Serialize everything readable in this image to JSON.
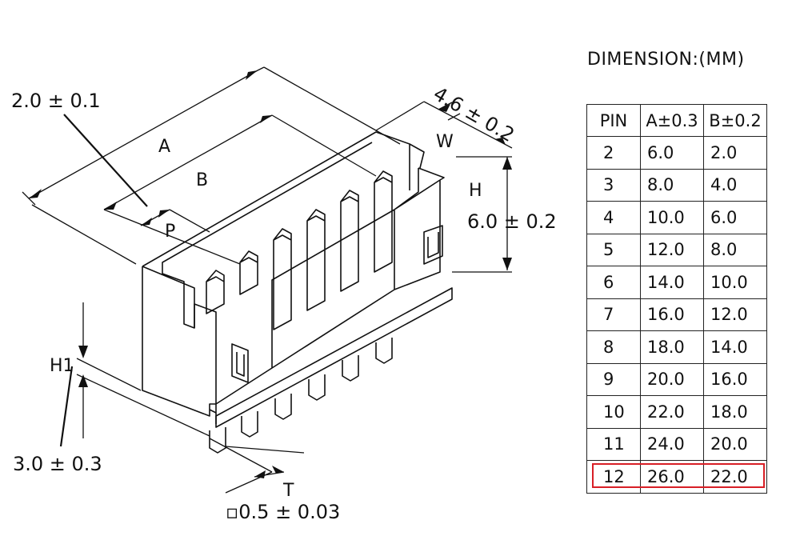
{
  "labels": {
    "pitch_tol": "2.0 ± 0.1",
    "a": "A",
    "b": "B",
    "p": "P",
    "width_tol": "4.6 ± 0.2",
    "w": "W",
    "h": "H",
    "height_tol": "6.0 ± 0.2",
    "h1": "H1",
    "h1_tol": "3.0 ± 0.3",
    "t": "T",
    "pin_tol": "▫0.5 ± 0.03"
  },
  "table": {
    "title": "DIMENSION:(MM)",
    "headers": [
      "PIN",
      "A±0.3",
      "B±0.2"
    ],
    "rows": [
      [
        "2",
        "6.0",
        "2.0"
      ],
      [
        "3",
        "8.0",
        "4.0"
      ],
      [
        "4",
        "10.0",
        "6.0"
      ],
      [
        "5",
        "12.0",
        "8.0"
      ],
      [
        "6",
        "14.0",
        "10.0"
      ],
      [
        "7",
        "16.0",
        "12.0"
      ],
      [
        "8",
        "18.0",
        "14.0"
      ],
      [
        "9",
        "20.0",
        "16.0"
      ],
      [
        "10",
        "22.0",
        "18.0"
      ],
      [
        "11",
        "24.0",
        "20.0"
      ],
      [
        "12",
        "26.0",
        "22.0"
      ]
    ],
    "highlight_color": "#d81f26"
  }
}
